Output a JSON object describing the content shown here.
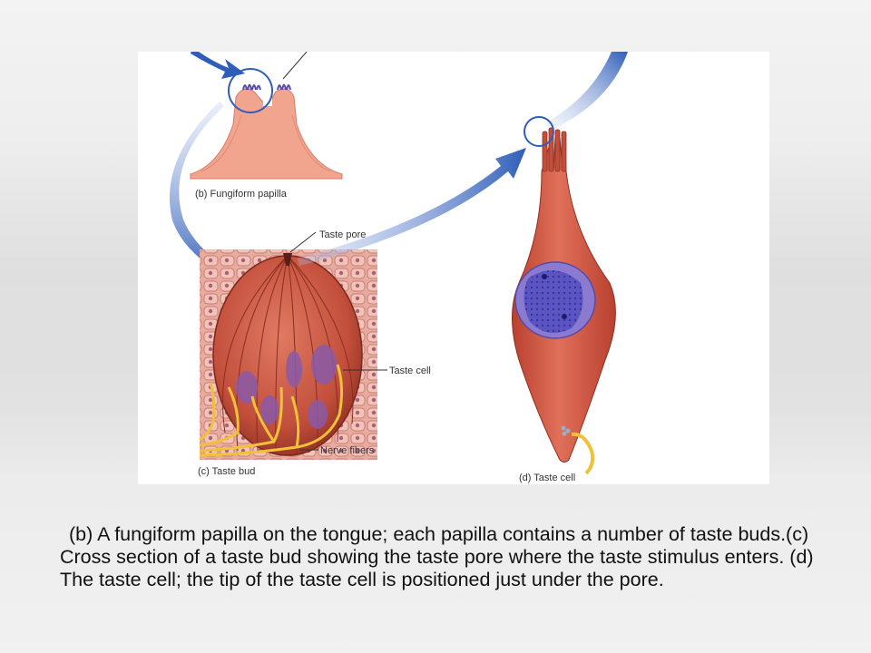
{
  "figure": {
    "labels": {
      "fungiform_papilla": "(b) Fungiform papilla",
      "taste_pore": "Taste pore",
      "taste_cell_pointer": "Taste cell",
      "nerve_fibers": "Nerve fibers",
      "taste_bud": "(c) Taste bud",
      "taste_cell_panel": "(d) Taste cell"
    }
  },
  "caption": {
    "text": "(b) A fungiform papilla on the tongue; each papilla contains a number of taste buds.(c) Cross section of a taste bud showing the taste pore where the taste stimulus enters. (d) The taste cell; the tip of the taste cell is positioned just under the pore."
  },
  "colors": {
    "arrow": "#2f5db8",
    "papilla": "#f1a58f",
    "bud": "#c24f3b",
    "cell": "#d9614b",
    "nucleus": "#5a55c2",
    "nerve": "#f0c23a"
  }
}
